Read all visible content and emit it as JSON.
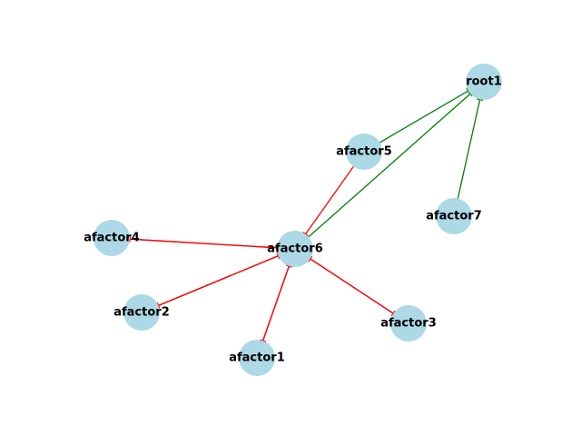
{
  "diagram": {
    "colors": {
      "node_fill": "#add8e6",
      "activation_edge": "#008000",
      "inhibition_edge": "#ff0000",
      "label": "#000000",
      "background": "#ffffff"
    },
    "nodes": [
      {
        "id": "root1",
        "label": "root1"
      },
      {
        "id": "afactor5",
        "label": "afactor5"
      },
      {
        "id": "afactor7",
        "label": "afactor7"
      },
      {
        "id": "afactor6",
        "label": "afactor6"
      },
      {
        "id": "afactor4",
        "label": "afactor4"
      },
      {
        "id": "afactor2",
        "label": "afactor2"
      },
      {
        "id": "afactor1",
        "label": "afactor1"
      },
      {
        "id": "afactor3",
        "label": "afactor3"
      }
    ],
    "edges": [
      {
        "source": "afactor5",
        "target": "root1",
        "type": "activation"
      },
      {
        "source": "afactor6",
        "target": "root1",
        "type": "activation"
      },
      {
        "source": "afactor7",
        "target": "root1",
        "type": "activation"
      },
      {
        "source": "afactor5",
        "target": "afactor6",
        "type": "inhibition"
      },
      {
        "source": "afactor6",
        "target": "afactor4",
        "type": "inhibition"
      },
      {
        "source": "afactor4",
        "target": "afactor6",
        "type": "inhibition"
      },
      {
        "source": "afactor6",
        "target": "afactor2",
        "type": "inhibition"
      },
      {
        "source": "afactor2",
        "target": "afactor6",
        "type": "inhibition"
      },
      {
        "source": "afactor6",
        "target": "afactor1",
        "type": "inhibition"
      },
      {
        "source": "afactor1",
        "target": "afactor6",
        "type": "inhibition"
      },
      {
        "source": "afactor6",
        "target": "afactor3",
        "type": "inhibition"
      },
      {
        "source": "afactor3",
        "target": "afactor6",
        "type": "inhibition"
      }
    ]
  }
}
